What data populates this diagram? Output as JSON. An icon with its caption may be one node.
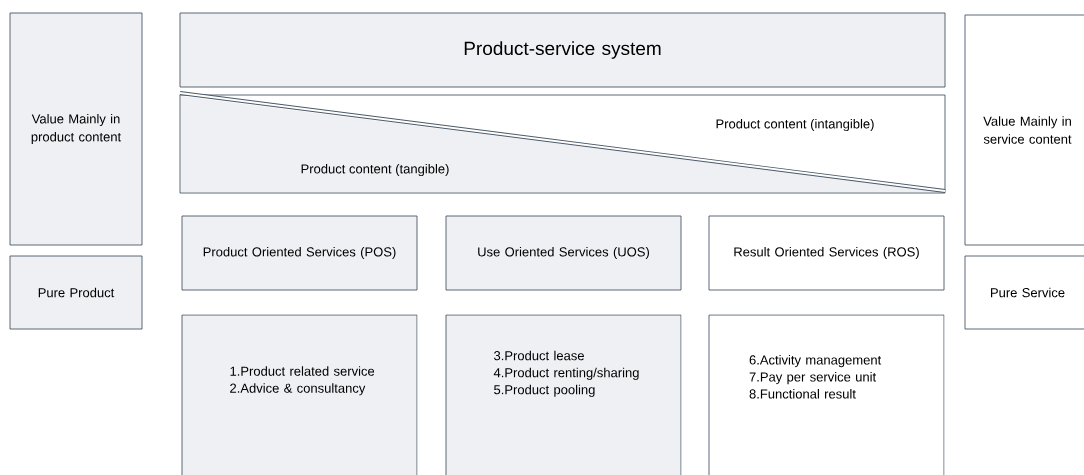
{
  "diagram": {
    "nodes": [
      {
        "text": [
          "Value Mainly in product content"
        ]
      },
      {
        "text": [
          "Pure Product"
        ]
      },
      {
        "text": [
          "Product-service system"
        ]
      },
      {
        "text": [
          "Product content (intangible)",
          "Product content (tangible)"
        ]
      },
      {
        "text": [
          "Product Oriented Services (POS)"
        ]
      },
      {
        "text": [
          "Use Oriented Services (UOS)"
        ]
      },
      {
        "text": [
          "Result Oriented Services (ROS)"
        ]
      },
      {
        "text": [
          "1.Product related service",
          "2.Advice & consultancy"
        ]
      },
      {
        "text": [
          "3.Product lease",
          "4.Product renting/sharing",
          "5.Product pooling"
        ]
      },
      {
        "text": [
          "6.Activity management",
          "7.Pay per service unit",
          "8.Functional result"
        ]
      },
      {
        "text": [
          "Value Mainly in service content"
        ]
      },
      {
        "text": [
          "Pure Service"
        ]
      }
    ]
  }
}
